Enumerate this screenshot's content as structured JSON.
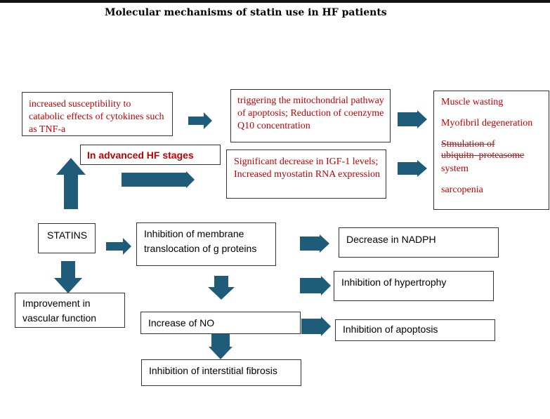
{
  "title": "Molecular mechanisms of statin use in HF patients",
  "colors": {
    "arrow": "#1f5c7a",
    "red_text": "#c00000",
    "border": "#333333"
  },
  "boxes": {
    "cytokines": "increased susceptibility to catabolic effects of cytokines such as TNF-a",
    "mitochondrial": "triggering the mitochondrial pathway of apoptosis; Reduction of coenzyme Q10 concentration",
    "advanced_hf": "In advanced HF stages",
    "igf1": "Significant decrease in IGF-1 levels; Increased myostatin RNA expression",
    "muscle": {
      "muscle_wasting": "Muscle wasting",
      "myofibril": "Myofibril degeneration",
      "stimulation_line1": "Stmulation of",
      "stimulation_line2": "ubiquitn–proteasome",
      "stimulation_line3": "system",
      "sarcopenia": "sarcopenia"
    },
    "statins": "STATINS",
    "g_proteins": "Inhibition of membrane translocation of g proteins",
    "nadph": "Decrease in NADPH",
    "hypertrophy": "Inhibition of hypertrophy",
    "apoptosis": "Inhibition of apoptosis",
    "vascular": "Improvement in vascular function",
    "no": "Increase of NO",
    "fibrosis": "Inhibition of interstitial fibrosis"
  }
}
